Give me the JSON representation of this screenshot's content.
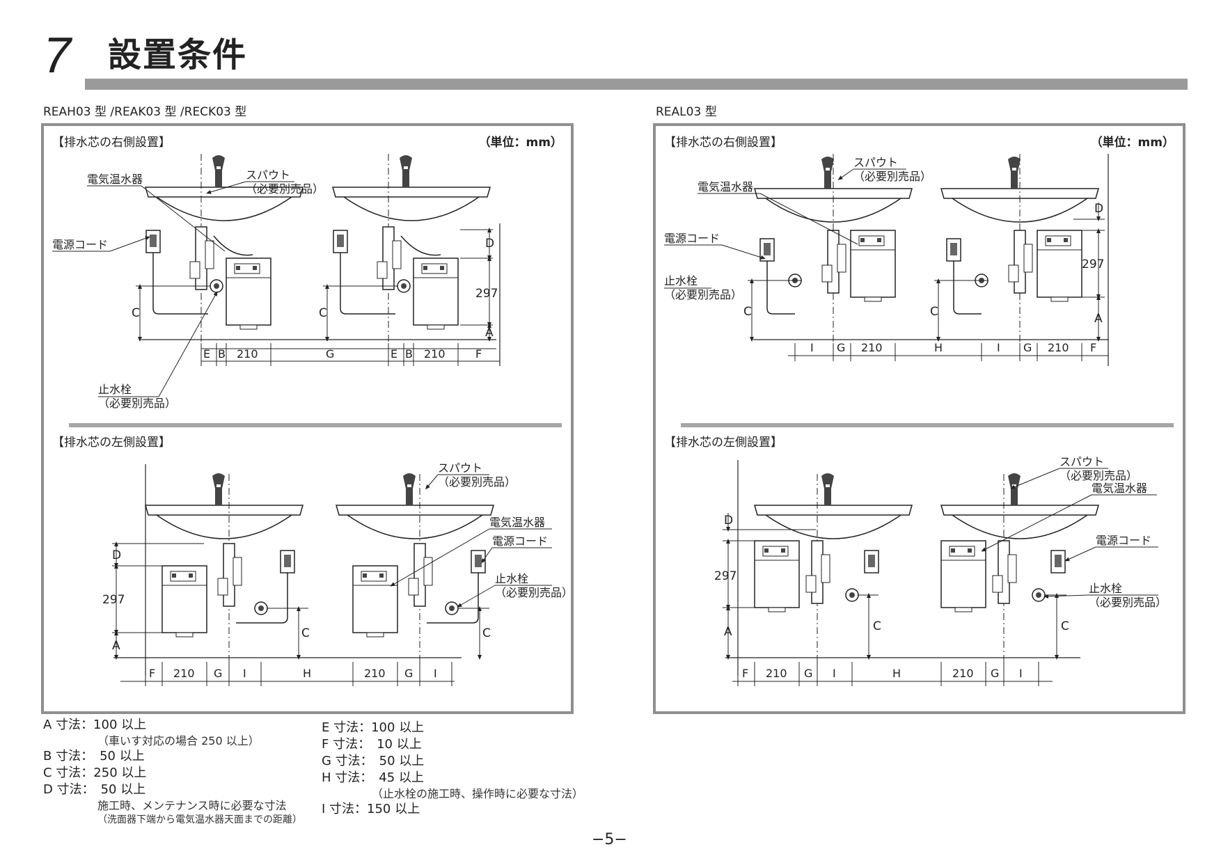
{
  "chapter": {
    "number": "7",
    "title": "設置条件"
  },
  "unit_label": "（単位：mm）",
  "models": {
    "left": "REAH03 型 /REAK03 型 /RECK03 型",
    "right": "REAL03 型"
  },
  "sections": {
    "right_side": "【排水芯の右側設置】",
    "left_side": "【排水芯の左側設置】"
  },
  "labels": {
    "spout": "スパウト",
    "spout_note": "（必要別売品）",
    "heater": "電気温水器",
    "power_cord": "電源コード",
    "stop_valve": "止水栓",
    "stop_valve_note": "（必要別売品）"
  },
  "dims": {
    "A": "A",
    "B": "B",
    "C": "C",
    "D": "D",
    "E": "E",
    "F": "F",
    "G": "G",
    "H": "H",
    "I": "I",
    "v297": "297",
    "v210": "210"
  },
  "specs": {
    "col1": [
      {
        "key": "A 寸法：",
        "value": "100 以上"
      },
      {
        "note": "（車いす対応の場合 250 以上）"
      },
      {
        "key": "B 寸法：",
        "value": "　50 以上"
      },
      {
        "key": "C 寸法：",
        "value": "250 以上"
      },
      {
        "key": "D 寸法：",
        "value": "　50 以上"
      },
      {
        "note": "施工時、メンテナンス時に必要な寸法"
      },
      {
        "note": "（洗面器下端から電気温水器天面までの距離）"
      }
    ],
    "col2": [
      {
        "key": "E 寸法：",
        "value": "100 以上"
      },
      {
        "key": "F 寸法：",
        "value": "　10 以上"
      },
      {
        "key": "G 寸法：",
        "value": "　50 以上"
      },
      {
        "key": "H 寸法：",
        "value": "　45 以上"
      },
      {
        "note": "（止水栓の施工時、操作時に必要な寸法）"
      },
      {
        "key": "I 寸法：",
        "value": "150 以上"
      }
    ]
  },
  "page_number": "−5−"
}
